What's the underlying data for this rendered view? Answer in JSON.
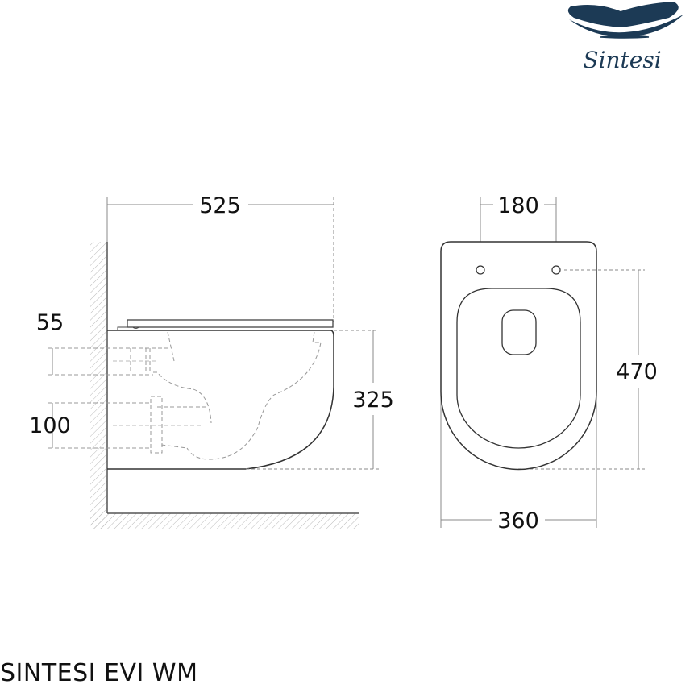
{
  "logo": {
    "brand": "Sintesi",
    "color": "#1c3a55"
  },
  "dimensions": {
    "side_length": "525",
    "seat_height_offset": "55",
    "outlet_spacing": "100",
    "bowl_height": "325",
    "fixing_hole_spacing": "180",
    "front_depth": "470",
    "front_width": "360"
  },
  "title": "SINTESI EVI WM"
}
